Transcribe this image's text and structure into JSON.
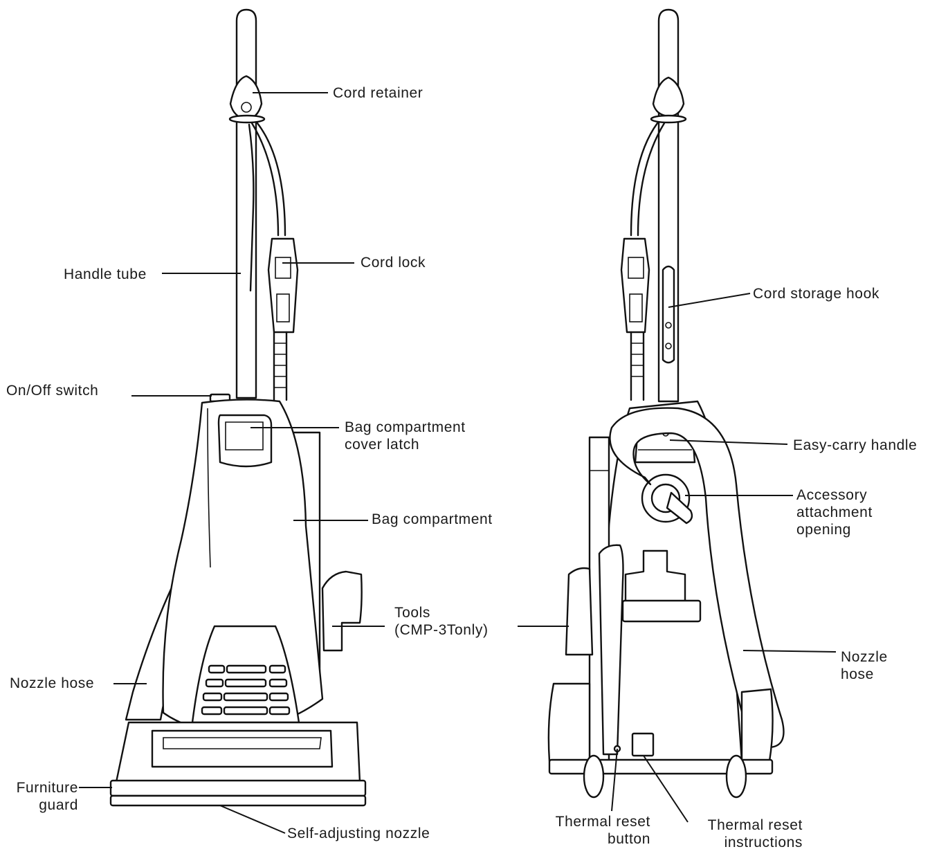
{
  "labels": {
    "cord_retainer": "Cord retainer",
    "handle_tube": "Handle tube",
    "cord_lock": "Cord lock",
    "on_off_switch": "On/Off switch",
    "bag_compartment_cover_latch": [
      "Bag compartment",
      "cover latch"
    ],
    "bag_compartment": "Bag compartment",
    "tools": [
      "Tools",
      "(CMP-3Tonly)"
    ],
    "nozzle_hose_left": "Nozzle hose",
    "furniture_guard": [
      "Furniture",
      "guard"
    ],
    "self_adjusting_nozzle": "Self-adjusting nozzle",
    "cord_storage_hook": "Cord storage hook",
    "easy_carry_handle": "Easy-carry handle",
    "accessory_attachment_opening": [
      "Accessory",
      "attachment",
      "opening"
    ],
    "nozzle_hose_right": [
      "Nozzle",
      "hose"
    ],
    "thermal_reset_button": [
      "Thermal reset",
      "button"
    ],
    "thermal_reset_instructions": [
      "Thermal reset",
      "instructions"
    ]
  },
  "colors": {
    "line": "#111111",
    "background": "#ffffff"
  }
}
